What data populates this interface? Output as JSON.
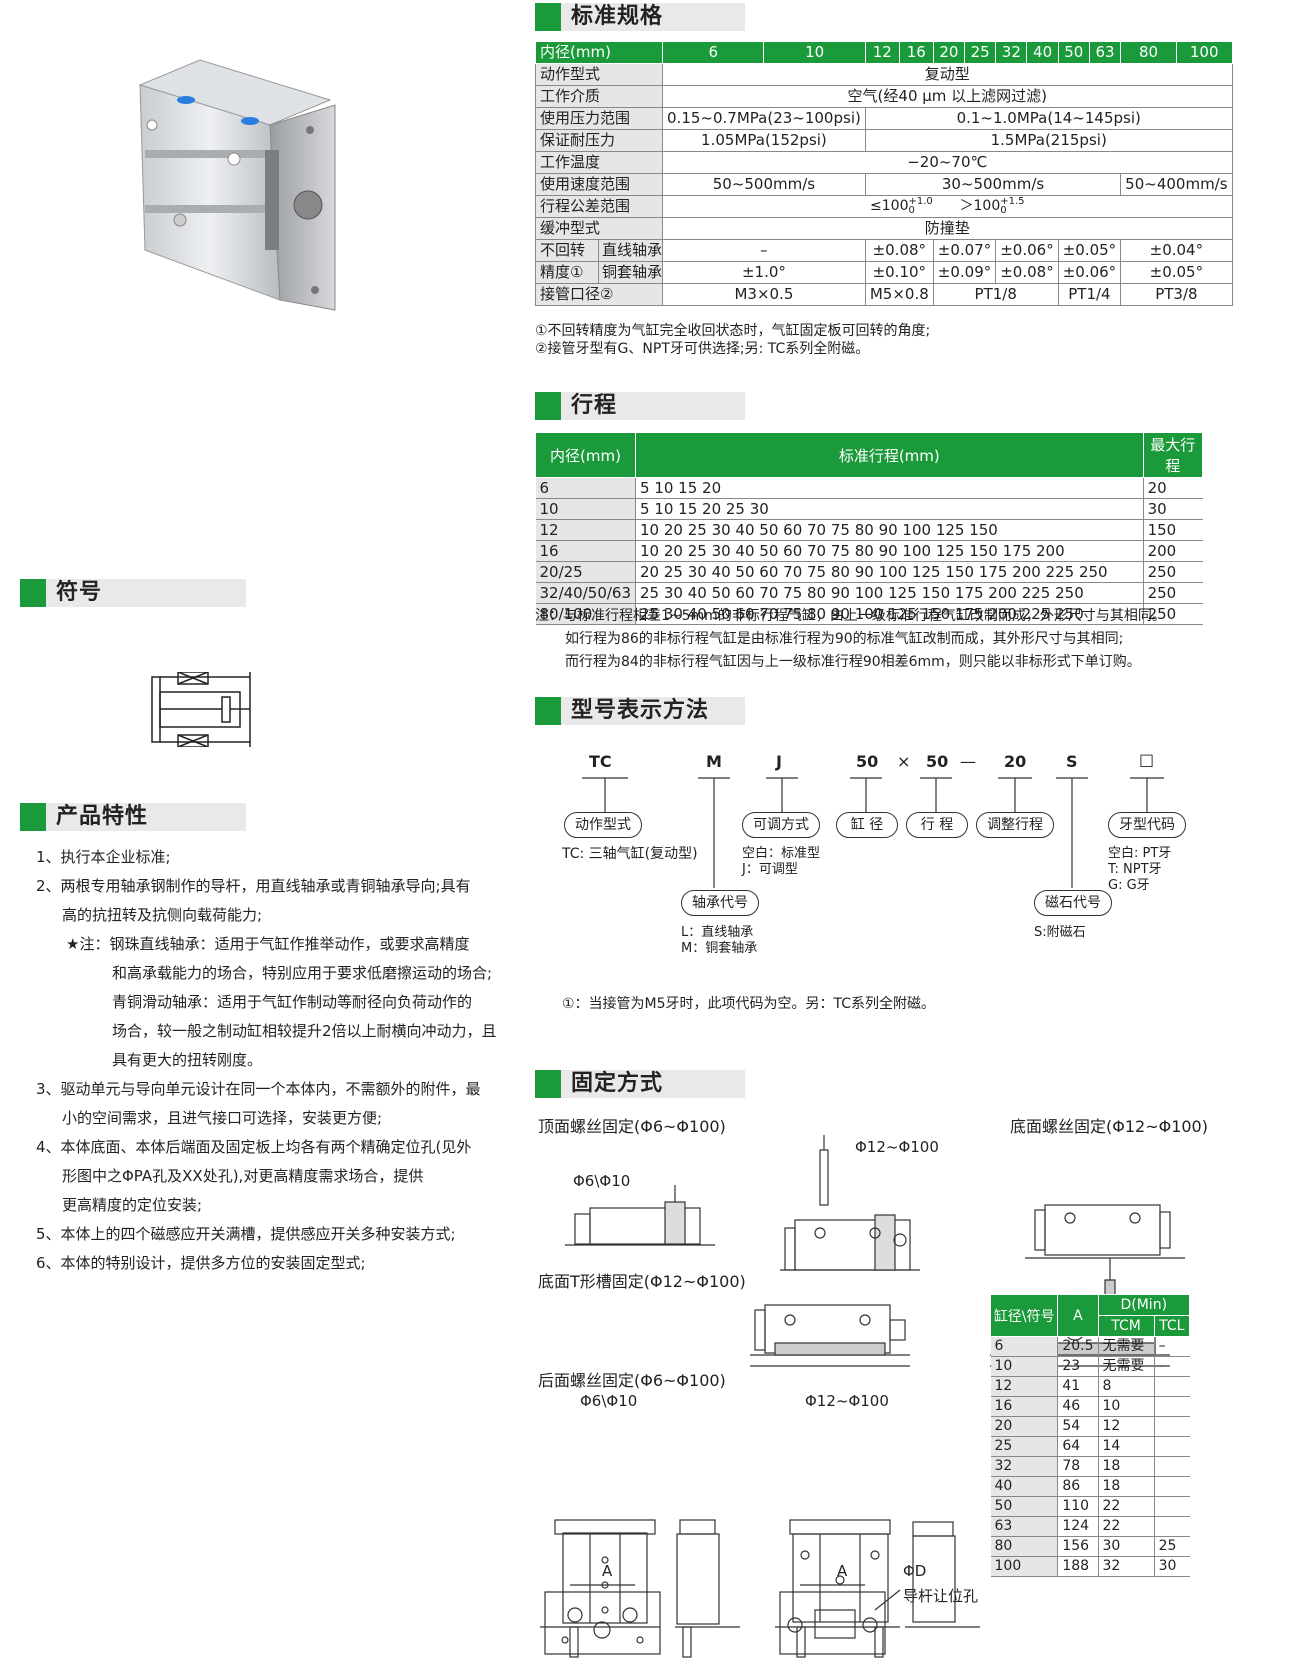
{
  "sections": {
    "spec": "标准规格",
    "stroke": "行程",
    "symbol": "符号",
    "features": "产品特性",
    "model": "型号表示方法",
    "mount": "固定方式"
  },
  "spec": {
    "header": [
      "内径(mm)",
      "6",
      "10",
      "12",
      "16",
      "20",
      "25",
      "32",
      "40",
      "50",
      "63",
      "80",
      "100"
    ],
    "action": {
      "label": "动作型式",
      "value": "复动型"
    },
    "medium": {
      "label": "工作介质",
      "value": "空气(经40 μm 以上滤网过滤)"
    },
    "pressure": {
      "label": "使用压力范围",
      "v1": "0.15~0.7MPa(23~100psi)",
      "v2": "0.1~1.0MPa(14~145psi)"
    },
    "proof": {
      "label": "保证耐压力",
      "v1": "1.05MPa(152psi)",
      "v2": "1.5MPa(215psi)"
    },
    "temp": {
      "label": "工作温度",
      "value": "−20~70℃"
    },
    "speed": {
      "label": "使用速度范围",
      "v1": "50~500mm/s",
      "v2": "30~500mm/s",
      "v3": "50~400mm/s"
    },
    "tol": {
      "label": "行程公差范围",
      "v1": "≤100",
      "v1sup": "+1.0",
      "v1sub": "0",
      "v2": "＞100",
      "v2sup": "+1.5",
      "v2sub": "0"
    },
    "cushion": {
      "label": "缓冲型式",
      "value": "防撞垫"
    },
    "nonrot1": {
      "label": "不回转",
      "sub": "直线轴承",
      "v": [
        "–",
        "±0.08°",
        "±0.07°",
        "±0.06°",
        "±0.05°",
        "±0.04°"
      ]
    },
    "nonrot2": {
      "label": "精度①",
      "sub": "铜套轴承",
      "v": [
        "±1.0°",
        "±0.10°",
        "±0.09°",
        "±0.08°",
        "±0.06°",
        "±0.05°"
      ]
    },
    "port": {
      "label": "接管口径②",
      "v": [
        "M3×0.5",
        "M5×0.8",
        "PT1/8",
        "PT1/4",
        "PT3/8"
      ]
    },
    "notes": [
      "①不回转精度为气缸完全收回状态时，气缸固定板可回转的角度;",
      "②接管牙型有G、NPT牙可供选择;另: TC系列全附磁。"
    ]
  },
  "stroke": {
    "header": [
      "内径(mm)",
      "标准行程(mm)",
      "最大行程"
    ],
    "rows": [
      [
        "6",
        "5  10  15  20",
        "20"
      ],
      [
        "10",
        "5  10  15  20  25  30",
        "30"
      ],
      [
        "12",
        "10  20  25  30  40  50  60  70  75  80  90  100  125  150",
        "150"
      ],
      [
        "16",
        "10  20  25  30  40  50  60  70  75  80  90  100  125  150  175  200",
        "200"
      ],
      [
        "20/25",
        "20  25  30  40  50  60  70  75  80  90  100  125  150  175  200  225  250",
        "250"
      ],
      [
        "32/40/50/63",
        "25  30  40  50  60  70  75  80  90  100  125  150  175  200  225  250",
        "250"
      ],
      [
        "80/100",
        "25  30  40  50  60  70  75  80  90  100  125  150  175  200  225  250",
        "250"
      ]
    ],
    "notes": [
      "注：与标准行程相差1~5mm的非标行程气缸，由上一级标准行程气缸改制而成，外形尺寸与其相同。",
      "如行程为86的非标行程气缸是由标准行程为90的标准气缸改制而成，其外形尺寸与其相同;",
      "而行程为84的非标行程气缸因与上一级标准行程90相差6mm，则只能以非标形式下单订购。"
    ]
  },
  "features": [
    "1、执行本企业标准;",
    "2、两根专用轴承钢制作的导杆，用直线轴承或青铜轴承导向;具有",
    "高的抗扭转及抗侧向载荷能力;",
    "★注：钢珠直线轴承：适用于气缸作推举动作，或要求高精度",
    "和高承载能力的场合，特别应用于要求低磨擦运动的场合;",
    "青铜滑动轴承：适用于气缸作制动等耐径向负荷动作的",
    "场合，较一般之制动缸相较提升2倍以上耐横向冲动力，且",
    "具有更大的扭转刚度。",
    "3、驱动单元与导向单元设计在同一个本体内，不需额外的附件，最",
    "小的空间需求，且进气接口可选择，安装更方便;",
    "4、本体底面、本体后端面及固定板上均各有两个精确定位孔(见外",
    "形图中之ΦPA孔及XX处孔),对更高精度需求场合，提供",
    "更高精度的定位安装;",
    "5、本体上的四个磁感应开关满槽，提供感应开关多种安装方式;",
    "6、本体的特别设计，提供多方位的安装固定型式;"
  ],
  "model": {
    "codes": [
      "TC",
      "M",
      "J",
      "50",
      "×",
      "50",
      "—",
      "20",
      "S",
      "□"
    ],
    "pills": [
      "动作型式",
      "可调方式",
      "缸 径",
      "行 程",
      "调整行程",
      "牙型代码",
      "轴承代号",
      "磁石代号"
    ],
    "desc_tc": "TC: 三轴气缸(复动型)",
    "desc_j": [
      "空白：标准型",
      "J：可调型"
    ],
    "desc_thread": [
      "空白: PT牙",
      "T: NPT牙",
      "G: G牙"
    ],
    "desc_bearing": [
      "L：直线轴承",
      "M：铜套轴承"
    ],
    "desc_mag": "S:附磁石",
    "note": "①：当接管为M5牙时，此项代码为空。另：TC系列全附磁。"
  },
  "mount": {
    "top": "顶面螺丝固定(Φ6~Φ100)",
    "top_a": "Φ6\\Φ10",
    "top_b": "Φ12~Φ100",
    "bottom": "底面螺丝固定(Φ12~Φ100)",
    "tslot": "底面T形槽固定(Φ12~Φ100)",
    "rear": "后面螺丝固定(Φ6~Φ100)",
    "rear_a": "Φ6\\Φ10",
    "rear_b": "Φ12~Φ100",
    "dim_a": "A",
    "dim_d": "ΦD",
    "hole": "导杆让位孔"
  },
  "dtable": {
    "h1": "缸径\\符号",
    "h2": "A",
    "h3": "D(Min)",
    "h4": "TCM",
    "h5": "TCL",
    "rows": [
      [
        "6",
        "20.5",
        "无需要",
        "–"
      ],
      [
        "10",
        "23",
        "无需要",
        "–"
      ],
      [
        "12",
        "41",
        "8",
        ""
      ],
      [
        "16",
        "46",
        "10",
        ""
      ],
      [
        "20",
        "54",
        "12",
        ""
      ],
      [
        "25",
        "64",
        "14",
        ""
      ],
      [
        "32",
        "78",
        "18",
        ""
      ],
      [
        "40",
        "86",
        "18",
        ""
      ],
      [
        "50",
        "110",
        "22",
        ""
      ],
      [
        "63",
        "124",
        "22",
        ""
      ],
      [
        "80",
        "156",
        "30",
        "25"
      ],
      [
        "100",
        "188",
        "32",
        "30"
      ]
    ]
  }
}
